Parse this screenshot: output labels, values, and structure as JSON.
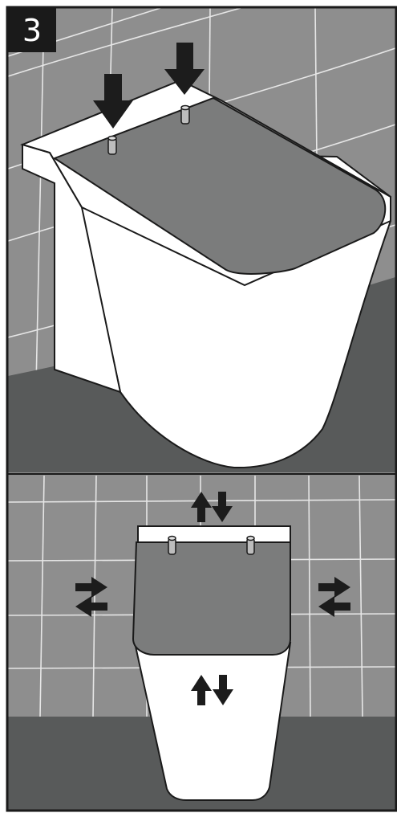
{
  "step": {
    "number": "3"
  },
  "panels": [
    {
      "id": "top",
      "view": "perspective",
      "arrows": [
        "down-arrow",
        "down-arrow"
      ]
    },
    {
      "id": "bottom",
      "view": "front",
      "arrows": [
        "up-down-arrows",
        "left-right-arrows",
        "left-right-arrows",
        "up-down-arrows"
      ]
    }
  ],
  "colors": {
    "frame": "#1a1a1a",
    "wall_tile": "#8e8e8e",
    "tile_grout": "#e6e6e6",
    "floor": "#585a5a",
    "seat_lid": "#7b7c7c",
    "ceramic": "#ffffff",
    "arrow": "#1c1c1c"
  }
}
